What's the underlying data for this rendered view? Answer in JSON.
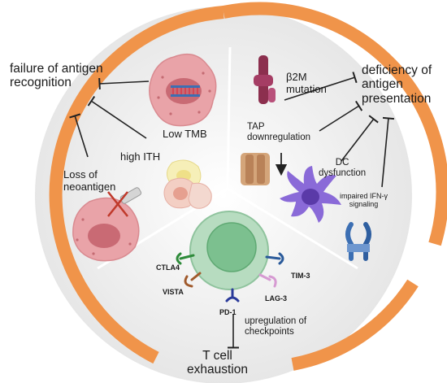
{
  "labels": {
    "failure": "failure of antigen\nrecognition",
    "deficiency": "deficiency of\nantigen\npresentation",
    "t_exhaustion": "T cell\nexhaustion",
    "low_tmb": "Low TMB",
    "high_ith": "high ITH",
    "loss_neoantigen": "Loss of\nneoantigen",
    "b2m": "β2M\nmutation",
    "tap": "TAP\ndownregulation",
    "dc": "DC\ndysfunction",
    "ifn": "impaired IFN-γ\nsignaling",
    "upregulation": "upregulation of\ncheckpoints"
  },
  "checkpoints": {
    "ctla4": "CTLA4",
    "vista": "VISTA",
    "pd1": "PD-1",
    "lag3": "LAG-3",
    "tim3": "TIM-3"
  },
  "colors": {
    "ring": "#f0944a",
    "sector_bg": "#e8e8e8",
    "tcell_outer": "#b7dcc0",
    "tcell_inner": "#7cc08f",
    "tumor_cell": "#e9a3a8",
    "dc_cell": "#8a6ad8",
    "receptor": "#3c6fb3"
  },
  "icons": [
    "tumor-cell-icon",
    "dna-icon",
    "cell-cluster-icon",
    "b2m-protein-icon",
    "tap-transporter-icon",
    "dendritic-cell-icon",
    "ifn-receptor-icon",
    "t-cell-icon",
    "checkpoint-receptor-icon"
  ]
}
